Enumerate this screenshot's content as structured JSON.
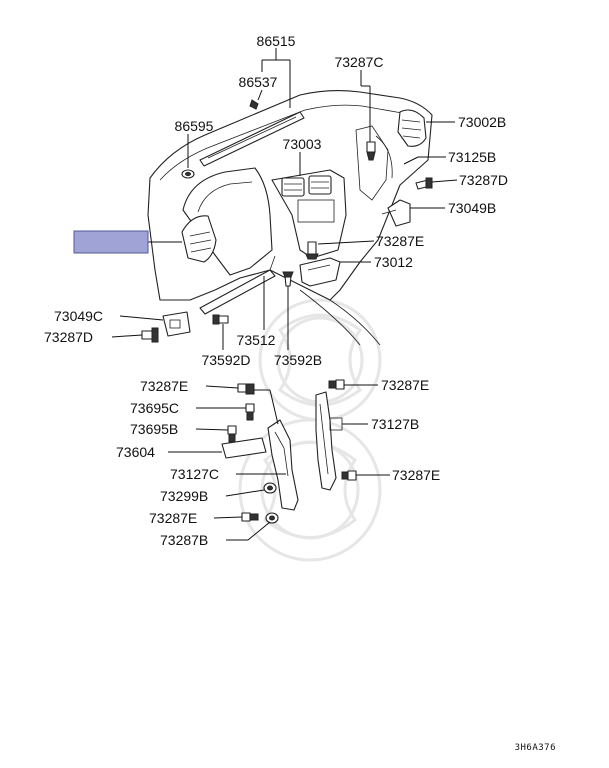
{
  "labels": {
    "p86515": "86515",
    "p86537": "86537",
    "p86595": "86595",
    "p73287C": "73287C",
    "p73003": "73003",
    "p73002B": "73002B",
    "p73125B": "73125B",
    "p73287D_r": "73287D",
    "p73049B": "73049B",
    "p73287E_top": "73287E",
    "p73012": "73012",
    "p73049C": "73049C",
    "p73287D_l": "73287D",
    "p73512": "73512",
    "p73592D": "73592D",
    "p73592B": "73592B",
    "p73287E_l1": "73287E",
    "p73695C": "73695C",
    "p73695B": "73695B",
    "p73604": "73604",
    "p73127C": "73127C",
    "p73299B": "73299B",
    "p73287E_l2": "73287E",
    "p73287B": "73287B",
    "p73287E_r1": "73287E",
    "p73127B": "73127B",
    "p73287E_r2": "73287E"
  },
  "drawing_code": "3H6A376",
  "highlight_color": "#9fa3d6",
  "line_color": "#111111"
}
